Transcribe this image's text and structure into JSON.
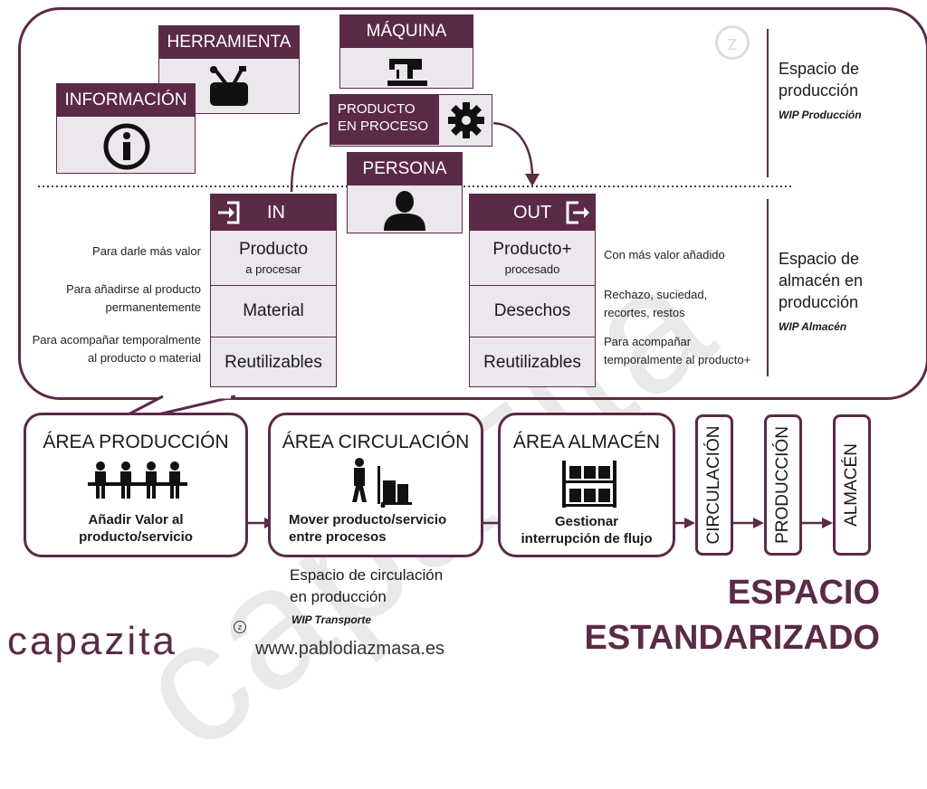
{
  "top": {
    "herramienta": "HERRAMIENTA",
    "maquina": "MÁQUINA",
    "informacion": "INFORMACIÓN",
    "producto_en_proceso_1": "PRODUCTO",
    "producto_en_proceso_2": "EN PROCESO",
    "persona": "PERSONA"
  },
  "in_box": {
    "title": "IN",
    "rows": [
      {
        "main": "Producto",
        "sub": "a procesar"
      },
      {
        "main": "Material",
        "sub": ""
      },
      {
        "main": "Reutilizables",
        "sub": ""
      }
    ]
  },
  "out_box": {
    "title": "OUT",
    "rows": [
      {
        "main": "Producto+",
        "sub": "procesado"
      },
      {
        "main": "Desechos",
        "sub": ""
      },
      {
        "main": "Reutilizables",
        "sub": ""
      }
    ]
  },
  "in_notes": [
    "Para darle más valor",
    "Para añadirse al producto",
    "permanentemente",
    "Para acompañar temporalmente",
    "al producto o material"
  ],
  "out_notes": [
    "Con más valor añadido",
    "Rechazo, suciedad,",
    "recortes, restos",
    "Para acompañar",
    "temporalmente al producto+"
  ],
  "side": {
    "produccion_1": "Espacio de",
    "produccion_2": "producción",
    "produccion_wip": "WIP Producción",
    "almacen_1": "Espacio de",
    "almacen_2": "almacén en",
    "almacen_3": "producción",
    "almacen_wip": "WIP Almacén"
  },
  "areas": {
    "produccion": {
      "title": "ÁREA PRODUCCIÓN",
      "line1": "Añadir Valor al",
      "line2": "producto/servicio"
    },
    "circulacion": {
      "title": "ÁREA CIRCULACIÓN",
      "line1": "Mover producto/servicio",
      "line2": "entre procesos"
    },
    "almacen": {
      "title": "ÁREA ALMACÉN",
      "line1": "Gestionar",
      "line2": "interrupción de flujo"
    }
  },
  "vertical": [
    "CIRCULACIÓN",
    "PRODUCCIÓN",
    "ALMACÉN"
  ],
  "circulation_caption": {
    "line1": "Espacio de circulación",
    "line2": "en producción",
    "wip": "WIP Transporte"
  },
  "brand": {
    "logo": "capazita",
    "url": "www.pablodiazmasa.es",
    "headline_1": "ESPACIO",
    "headline_2": "ESTANDARIZADO"
  },
  "colors": {
    "accent": "#5b2a47",
    "pane": "#ebe7ec"
  }
}
